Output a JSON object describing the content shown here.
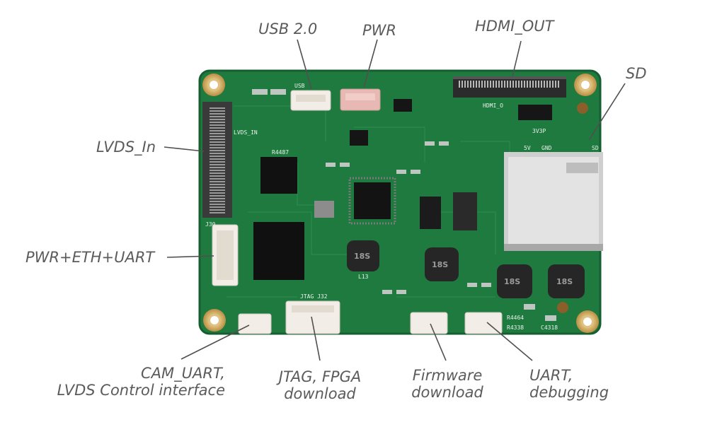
{
  "figure": {
    "callouts": {
      "usb": "USB 2.0",
      "pwr": "PWR",
      "hdmi": "HDMI_OUT",
      "sd": "SD",
      "lvds_in": "LVDS_In",
      "pwr_eth_uart": "PWR+ETH+UART",
      "cam_uart": [
        "CAM_UART,",
        "LVDS Control interface"
      ],
      "jtag": [
        "JTAG, FPGA",
        "download"
      ],
      "firmware": [
        "Firmware",
        "download"
      ],
      "uart": [
        "UART,",
        "debugging"
      ]
    },
    "silkscreen": {
      "usb": "USB",
      "hdmi": "HDMI_O",
      "j32": "JTAG J32",
      "j30": "J30",
      "lvds": "LVDS_IN",
      "ind1": "18S",
      "ind2": "18S",
      "ind3": "18S",
      "ind4": "18S",
      "gnd": "GND",
      "v5": "5V",
      "v3": "3V3P",
      "sd": "SD",
      "l13": "L13",
      "r4487": "R4487",
      "r4464": "R4464",
      "r4338": "R4338",
      "c4318": "C4318"
    },
    "colors": {
      "pcb": "#1f7a3f",
      "pcb_dark": "#165e30",
      "callout_text": "#5b5b5b",
      "leader": "#505050",
      "gold": "#c9a45c",
      "connector_white": "#f2ede6",
      "pwr_connector": "#e8b9b4"
    }
  }
}
